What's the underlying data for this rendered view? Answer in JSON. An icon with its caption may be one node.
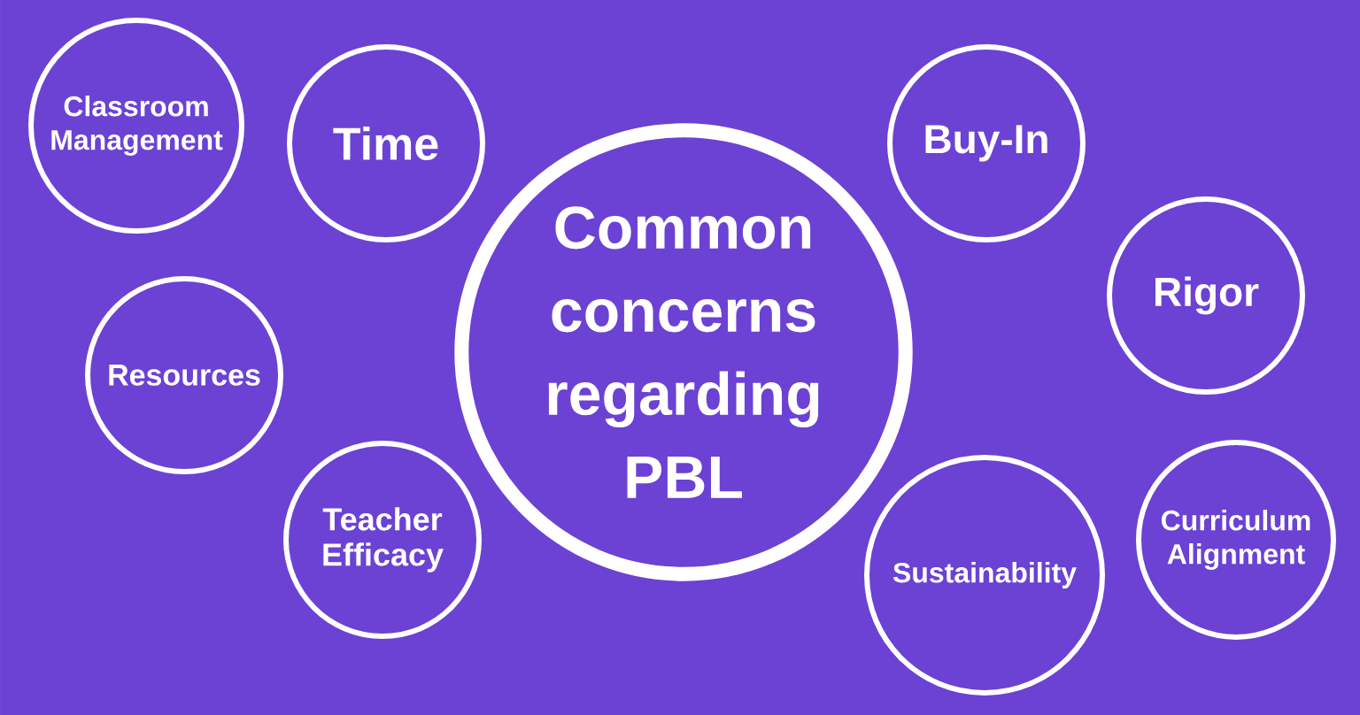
{
  "diagram": {
    "nodes": [
      {
        "text": [
          "Common concerns regarding PBL"
        ]
      },
      {
        "text": [
          "Classroom Management"
        ]
      },
      {
        "text": [
          "Time"
        ]
      },
      {
        "text": [
          "Resources"
        ]
      },
      {
        "text": [
          "Teacher Efficacy"
        ]
      },
      {
        "text": [
          "Buy-In"
        ]
      },
      {
        "text": [
          "Rigor"
        ]
      },
      {
        "text": [
          "Sustainability"
        ]
      },
      {
        "text": [
          "Curriculum Alignment"
        ]
      }
    ]
  }
}
